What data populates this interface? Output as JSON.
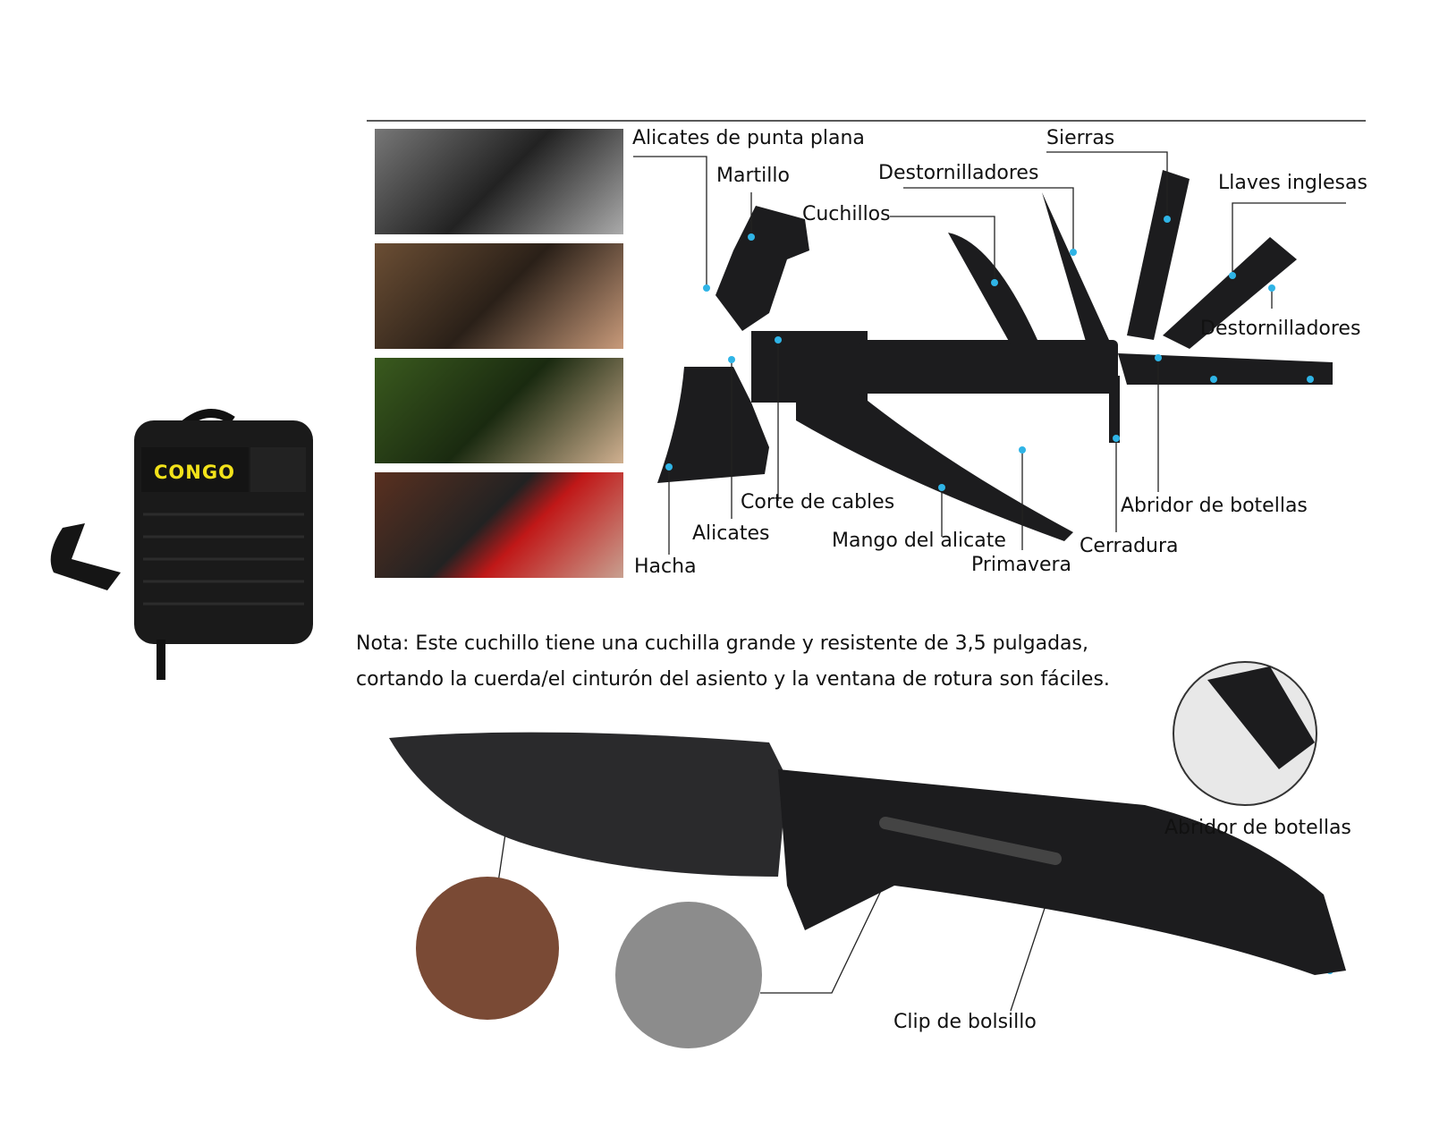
{
  "bag": {
    "logo_text": "CONGO"
  },
  "multitool": {
    "labels": {
      "needle_nose_pliers": "Alicates de punta plana",
      "hammer": "Martillo",
      "screwdrivers_top": "Destornilladores",
      "saws": "Sierras",
      "wrenches": "Llaves inglesas",
      "knives": "Cuchillos",
      "screwdrivers_right": "Destornilladores",
      "wire_cutter": "Corte de cables",
      "bottle_opener": "Abridor de botellas",
      "pliers": "Alicates",
      "plier_handle": "Mango del alicate",
      "lock": "Cerradura",
      "spring": "Primavera",
      "axe": "Hacha"
    }
  },
  "note": {
    "line1": "Nota: Este cuchillo tiene una cuchilla grande y resistente de 3,5 pulgadas,",
    "line2": "cortando la cuerda/el cinturón del asiento y la ventana de rotura son fáciles."
  },
  "knife": {
    "labels": {
      "bottle_opener": "Abridor de botellas",
      "pocket_clip": "Clip de bolsillo"
    }
  },
  "colors": {
    "marker": "#2fb4e6",
    "logo": "#f2e21a",
    "metal": "#1c1c1e"
  }
}
